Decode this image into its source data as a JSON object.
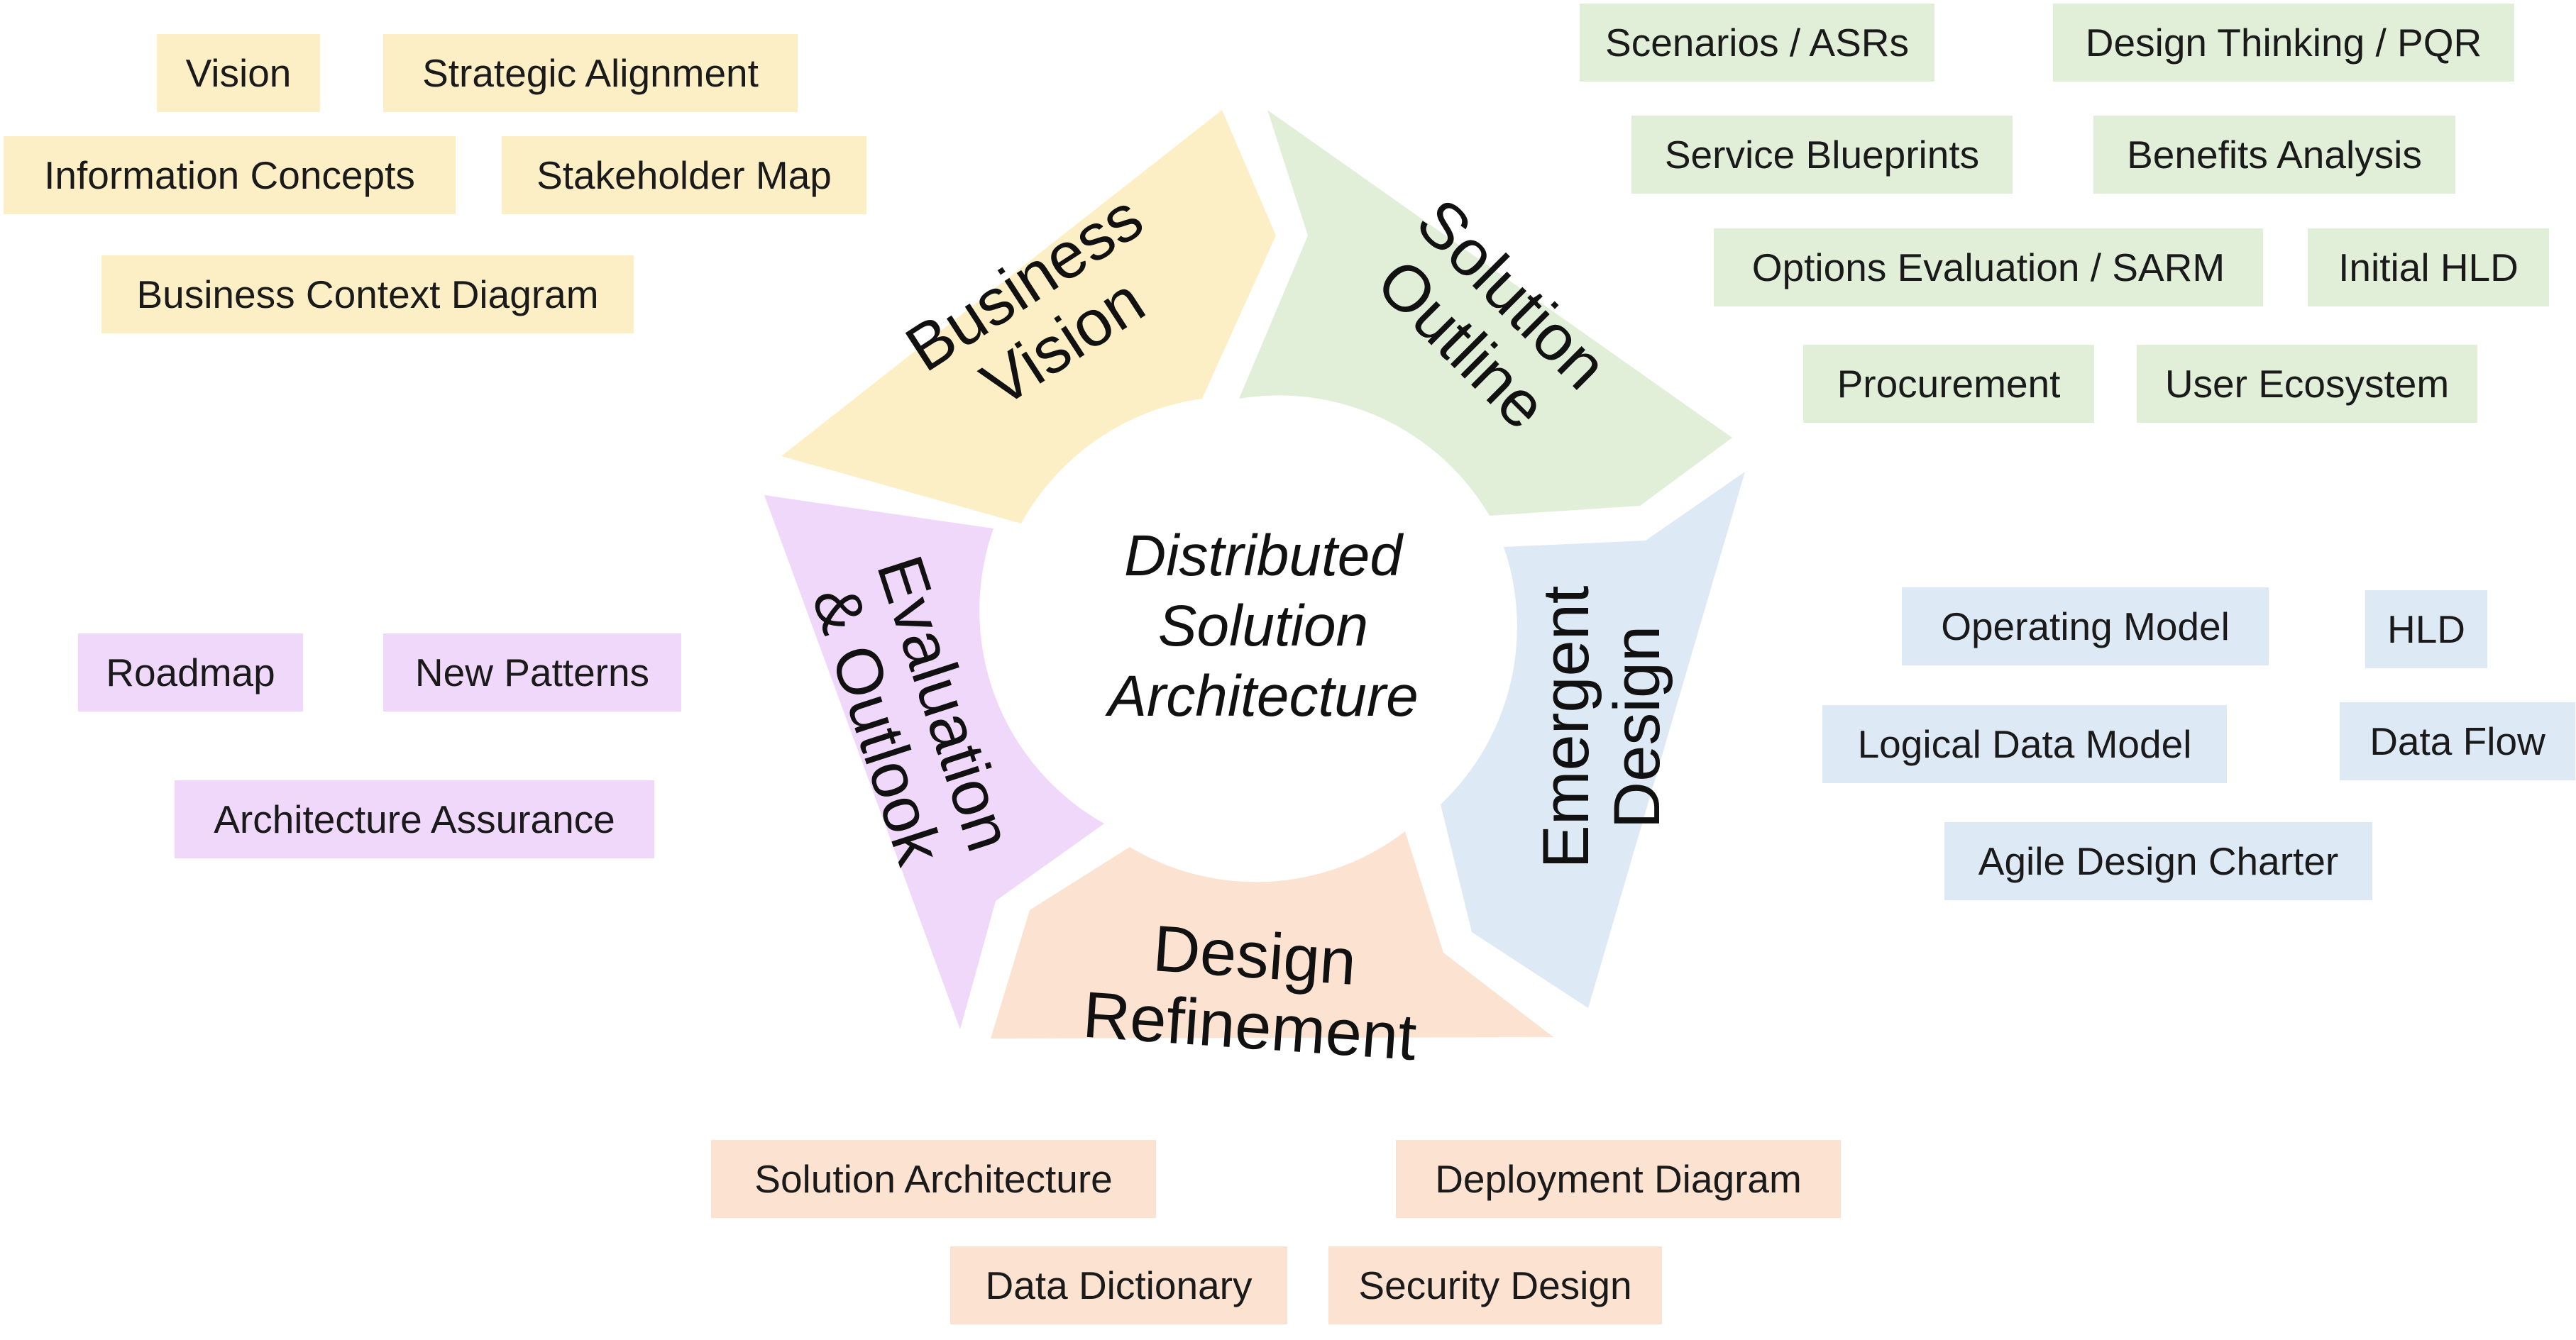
{
  "diagram": {
    "center": {
      "lines": [
        "Distributed",
        "Solution",
        "Architecture"
      ]
    },
    "segments": [
      {
        "id": "business-vision",
        "lines": [
          "Business",
          "Vision"
        ],
        "color": "#fdefc5"
      },
      {
        "id": "solution-outline",
        "lines": [
          "Solution",
          "Outline"
        ],
        "color": "#e1efd9"
      },
      {
        "id": "emergent-design",
        "lines": [
          "Emergent",
          "Design"
        ],
        "color": "#dde9f5"
      },
      {
        "id": "design-refinement",
        "lines": [
          "Design",
          "Refinement"
        ],
        "color": "#fbe2d1"
      },
      {
        "id": "evaluation-outlook",
        "lines": [
          "Evaluation",
          "& Outlook"
        ],
        "color": "#efd8f9"
      }
    ]
  },
  "artifacts": {
    "business_vision": [
      "Vision",
      "Strategic Alignment",
      "Information Concepts",
      "Stakeholder Map",
      "Business Context Diagram"
    ],
    "solution_outline": [
      "Scenarios / ASRs",
      "Design Thinking / PQR",
      "Service Blueprints",
      "Benefits Analysis",
      "Options Evaluation / SARM",
      "Initial HLD",
      "Procurement",
      "User Ecosystem"
    ],
    "emergent_design": [
      "Operating Model",
      "HLD",
      "Logical Data Model",
      "Data Flow",
      "Agile Design Charter"
    ],
    "design_refinement": [
      "Solution Architecture",
      "Deployment Diagram",
      "Data Dictionary",
      "Security Design"
    ],
    "evaluation_outlook": [
      "Roadmap",
      "New Patterns",
      "Architecture Assurance"
    ]
  }
}
